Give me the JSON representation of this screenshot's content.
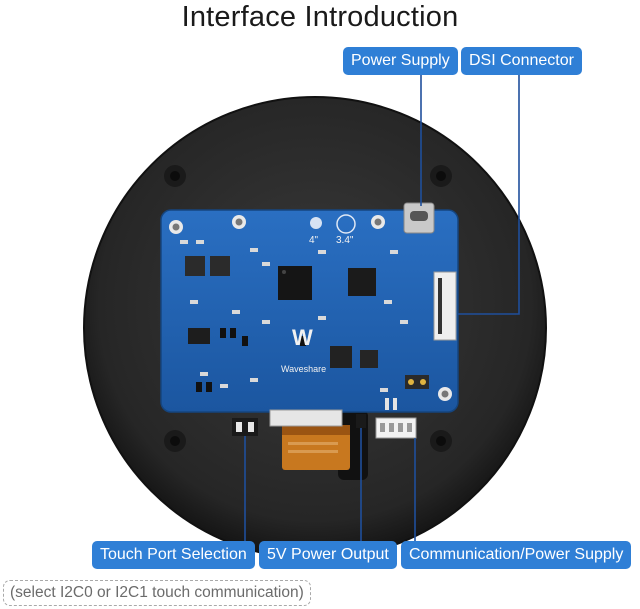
{
  "title": "Interface Introduction",
  "labels": {
    "power_supply": "Power Supply",
    "dsi_connector": "DSI Connector",
    "touch_port_selection": "Touch Port Selection",
    "five_v_power_output": "5V Power Output",
    "communication_power_supply": "Communication/Power Supply"
  },
  "note": "(select I2C0 or I2C1 touch communication)",
  "board": {
    "brand": "Waveshare",
    "size_4": "4\"",
    "size_34": "3.4\""
  },
  "colors": {
    "label_bg": "#2f7fd6",
    "pcb": "#1f5fae",
    "disc": "#262626",
    "leader": "#1f4f9c"
  }
}
